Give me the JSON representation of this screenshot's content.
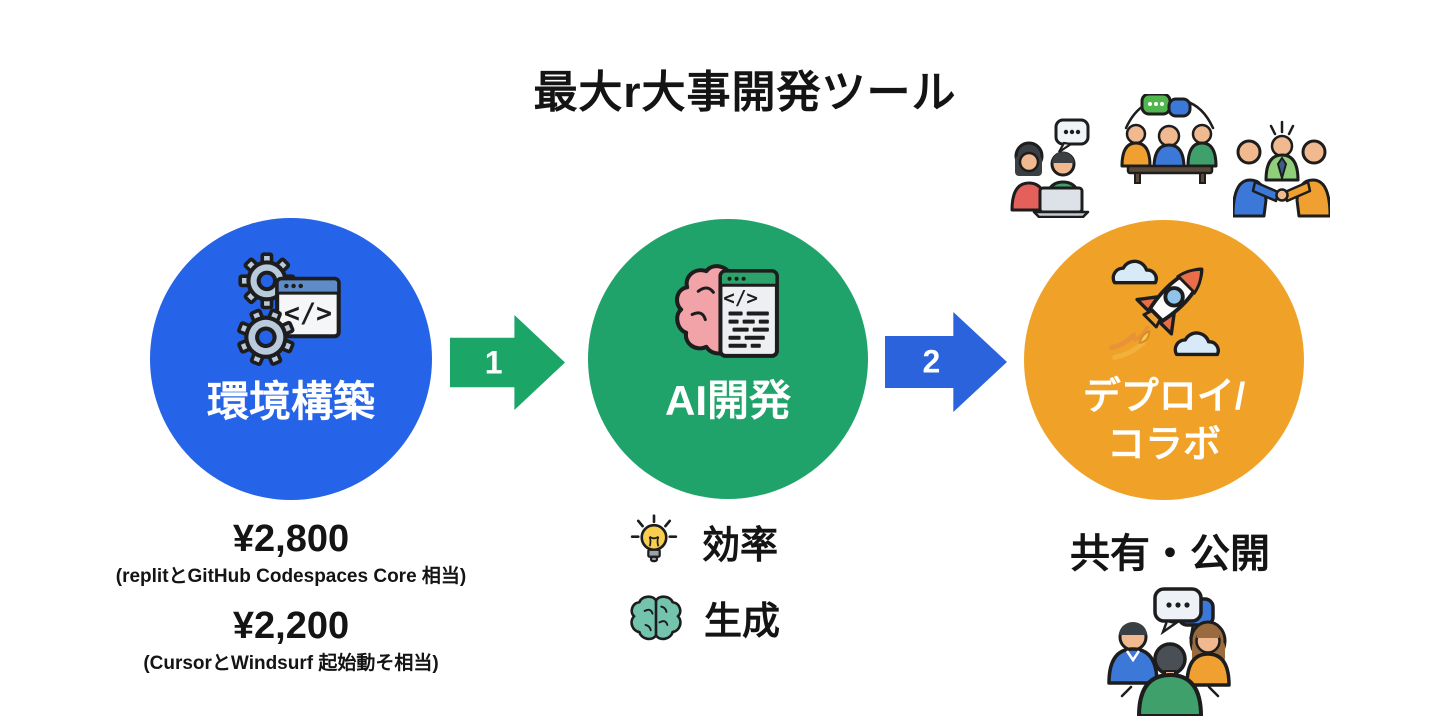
{
  "title": "最大r大事開発ツール",
  "steps": [
    {
      "id": "setup",
      "label": "環境構築",
      "color": "#2563e8",
      "icon": "gears-browser-icon"
    },
    {
      "id": "ai-dev",
      "label": "AI開発",
      "color": "#1fa36a",
      "icon": "brain-code-icon"
    },
    {
      "id": "deploy",
      "label_line1": "デプロイ/",
      "label_line2": "コラボ",
      "color": "#f0a228",
      "icon": "rocket-icon"
    }
  ],
  "arrows": [
    {
      "number": "1",
      "color": "#1ba567"
    },
    {
      "number": "2",
      "color": "#2b63dd"
    }
  ],
  "pricing": [
    {
      "amount": "¥2,800",
      "note": "(replitとGitHub Codespaces Core 相当)"
    },
    {
      "amount": "¥2,200",
      "note": "(CursorとWindsurf 起始動そ相当)"
    }
  ],
  "features": [
    {
      "icon": "lightbulb-icon",
      "label": "効率"
    },
    {
      "icon": "brain-icon",
      "label": "生成"
    }
  ],
  "deploy_caption": "共有・公開",
  "decorations": [
    "team-laptop-icon",
    "team-meeting-icon",
    "team-handshake-icon",
    "team-chat-icon"
  ],
  "colors": {
    "text": "#141414",
    "background": "#ffffff"
  }
}
